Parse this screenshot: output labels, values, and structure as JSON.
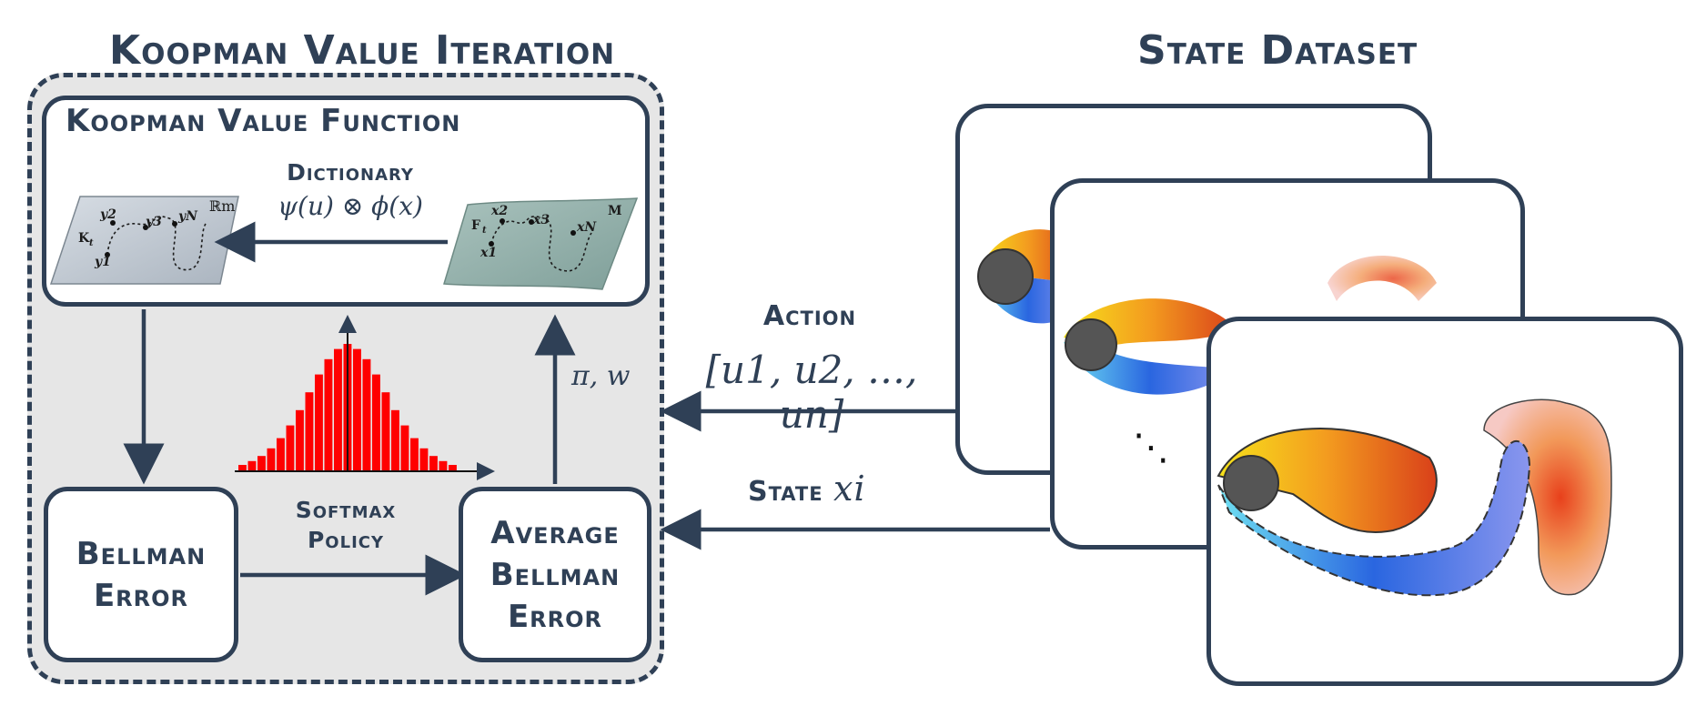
{
  "titles": {
    "left": "Koopman Value Iteration",
    "right": "State Dataset"
  },
  "koopman_value_function": {
    "title": "Koopman Value Function",
    "dictionary_label": "Dictionary",
    "dictionary_formula": "ψ(u) ⊗ ϕ(x)",
    "left_manifold": {
      "space_label": "ℝm",
      "operator_label": "K",
      "operator_sub": "t",
      "points": [
        "y1",
        "y2",
        "y3",
        "yN"
      ]
    },
    "right_manifold": {
      "space_label": "M",
      "operator_label": "F",
      "operator_sub": "t",
      "points": [
        "x1",
        "x2",
        "x3",
        "xN"
      ]
    }
  },
  "boxes": {
    "bellman_error": "Bellman Error",
    "average_bellman_error": "Average Bellman Error"
  },
  "softmax_policy": "Softmax Policy",
  "policy_output": "π, w",
  "action_label": "Action",
  "action_vector": "[u1, u2, …, un]",
  "state_label": "State",
  "state_var": "xi",
  "ellipsis": "⋱",
  "histogram": {
    "values": [
      0.05,
      0.08,
      0.12,
      0.18,
      0.26,
      0.36,
      0.48,
      0.62,
      0.76,
      0.88,
      0.96,
      1.0,
      0.96,
      0.88,
      0.76,
      0.62,
      0.48,
      0.36,
      0.26,
      0.18,
      0.12,
      0.08,
      0.05
    ],
    "bar_color": "#ff0000"
  },
  "colors": {
    "primary": "#2f4056",
    "panel_bg": "#e6e6e6",
    "cylinder": "#555555"
  }
}
